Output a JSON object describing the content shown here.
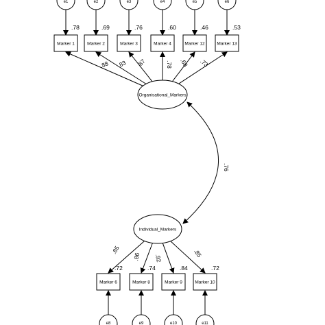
{
  "latent_top": {
    "label": "Organisational_Markers"
  },
  "latent_bottom": {
    "label": "Individual_Markers"
  },
  "correlation": ".76",
  "top_indicators": [
    {
      "label": "Marker 1",
      "error": "e1",
      "r2": ".78",
      "loading": ".88"
    },
    {
      "label": "Marker 2",
      "error": "e2",
      "r2": ".69",
      "loading": ".83"
    },
    {
      "label": "Marker 3",
      "error": "e3",
      "r2": ".76",
      "loading": ".87"
    },
    {
      "label": "Marker 4",
      "error": "e4",
      "r2": ".60",
      "loading": ".78"
    },
    {
      "label": "Marker 12",
      "error": "e5",
      "r2": ".46",
      "loading": ".68"
    },
    {
      "label": "Marker 13",
      "error": "e6",
      "r2": ".53",
      "loading": ".73"
    }
  ],
  "bottom_indicators": [
    {
      "label": "Marker 6",
      "error": "e8",
      "r2": ".72",
      "loading": ".85"
    },
    {
      "label": "Marker 8",
      "error": "e9",
      "r2": ".74",
      "loading": ".86"
    },
    {
      "label": "Marker 9",
      "error": "e10",
      "r2": ".84",
      "loading": ".92"
    },
    {
      "label": "Marker 10",
      "error": "e11",
      "r2": ".72",
      "loading": ".85"
    }
  ]
}
